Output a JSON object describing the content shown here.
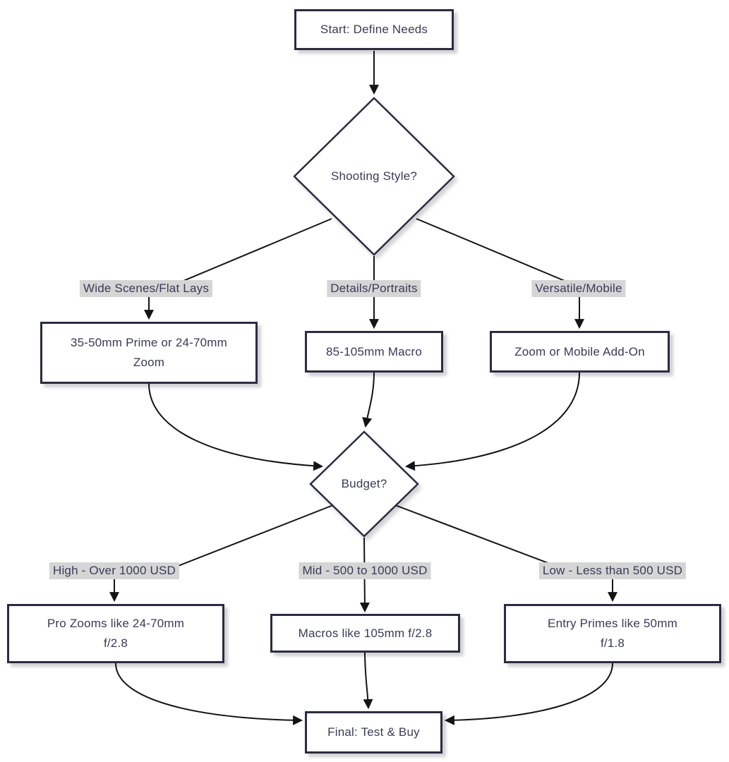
{
  "diagram": {
    "type": "flowchart",
    "direction": "top-down",
    "nodes": {
      "start": {
        "shape": "rectangle",
        "label": "Start: Define Needs"
      },
      "shooting_style": {
        "shape": "diamond",
        "label": "Shooting Style?"
      },
      "wide_option": {
        "shape": "rectangle",
        "label": "35-50mm Prime or 24-70mm Zoom"
      },
      "macro_option": {
        "shape": "rectangle",
        "label": "85-105mm Macro"
      },
      "zoom_option": {
        "shape": "rectangle",
        "label": "Zoom or Mobile Add-On"
      },
      "budget": {
        "shape": "diamond",
        "label": "Budget?"
      },
      "pro_zooms": {
        "shape": "rectangle",
        "label": "Pro Zooms like 24-70mm f/2.8"
      },
      "mid_macros": {
        "shape": "rectangle",
        "label": "Macros like 105mm f/2.8"
      },
      "entry_primes": {
        "shape": "rectangle",
        "label": "Entry Primes like 50mm f/1.8"
      },
      "final": {
        "shape": "rectangle",
        "label": "Final: Test & Buy"
      }
    },
    "edges": [
      {
        "from": "start",
        "to": "shooting_style",
        "label": ""
      },
      {
        "from": "shooting_style",
        "to": "wide_option",
        "label": "Wide Scenes/Flat Lays"
      },
      {
        "from": "shooting_style",
        "to": "macro_option",
        "label": "Details/Portraits"
      },
      {
        "from": "shooting_style",
        "to": "zoom_option",
        "label": "Versatile/Mobile"
      },
      {
        "from": "wide_option",
        "to": "budget",
        "label": ""
      },
      {
        "from": "macro_option",
        "to": "budget",
        "label": ""
      },
      {
        "from": "zoom_option",
        "to": "budget",
        "label": ""
      },
      {
        "from": "budget",
        "to": "pro_zooms",
        "label": "High - Over 1000 USD"
      },
      {
        "from": "budget",
        "to": "mid_macros",
        "label": "Mid - 500 to 1000 USD"
      },
      {
        "from": "budget",
        "to": "entry_primes",
        "label": "Low - Less than 500 USD"
      },
      {
        "from": "pro_zooms",
        "to": "final",
        "label": ""
      },
      {
        "from": "mid_macros",
        "to": "final",
        "label": ""
      },
      {
        "from": "entry_primes",
        "to": "final",
        "label": ""
      }
    ],
    "colors": {
      "background": "#ffffff",
      "node_fill": "#ffffff",
      "node_border": "#2b2b44",
      "node_text": "#3a3a58",
      "edge_line": "#141414",
      "arrowhead": "#141414",
      "edge_label_bg": "#d5d5d5",
      "edge_label_text": "#3a3a58"
    }
  }
}
